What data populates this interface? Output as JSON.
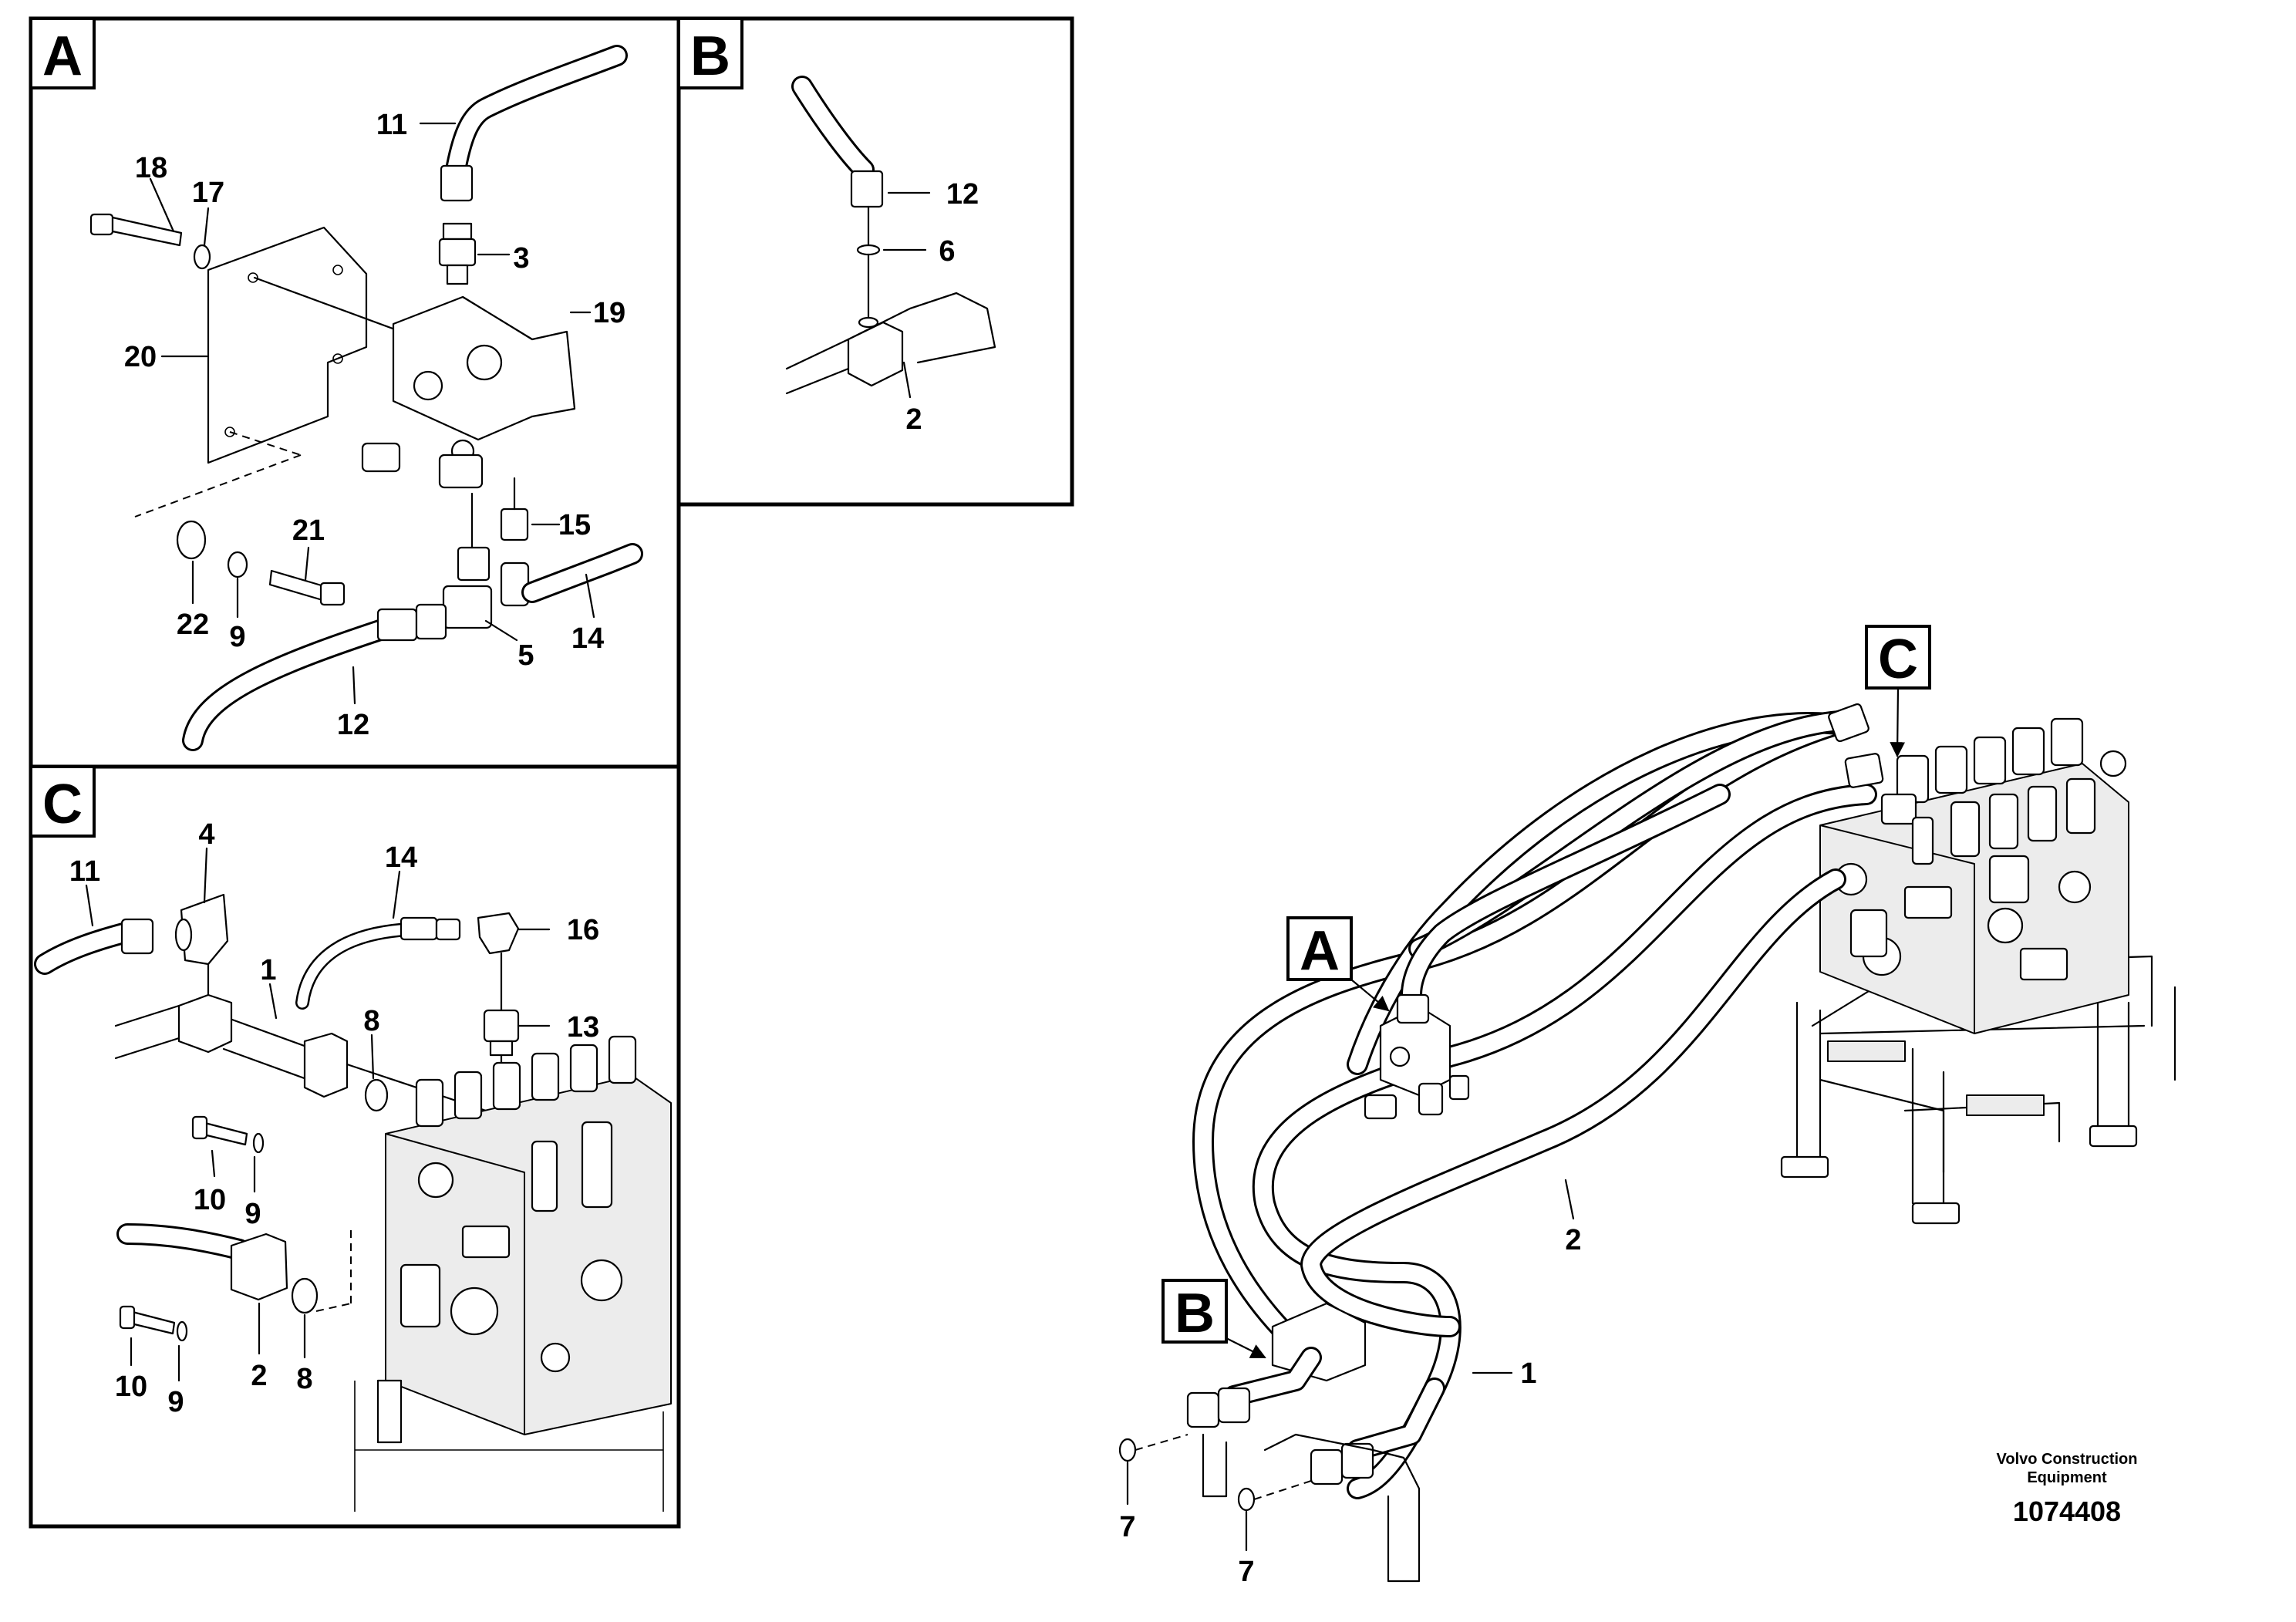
{
  "panels": {
    "a": {
      "letter": "A",
      "callouts": [
        "11",
        "18",
        "17",
        "3",
        "19",
        "20",
        "15",
        "21",
        "22",
        "9",
        "5",
        "14",
        "12"
      ]
    },
    "b": {
      "letter": "B",
      "callouts": [
        "12",
        "6",
        "2"
      ]
    },
    "c": {
      "letter": "C",
      "callouts": [
        "11",
        "4",
        "14",
        "16",
        "1",
        "8",
        "13",
        "10",
        "9",
        "10",
        "9",
        "2",
        "8"
      ]
    }
  },
  "main": {
    "markers": [
      "A",
      "B",
      "C"
    ],
    "callouts": [
      "2",
      "1",
      "7",
      "7"
    ]
  },
  "footer": {
    "brand_line1": "Volvo Construction",
    "brand_line2": "Equipment",
    "drawing_number": "1074408"
  }
}
